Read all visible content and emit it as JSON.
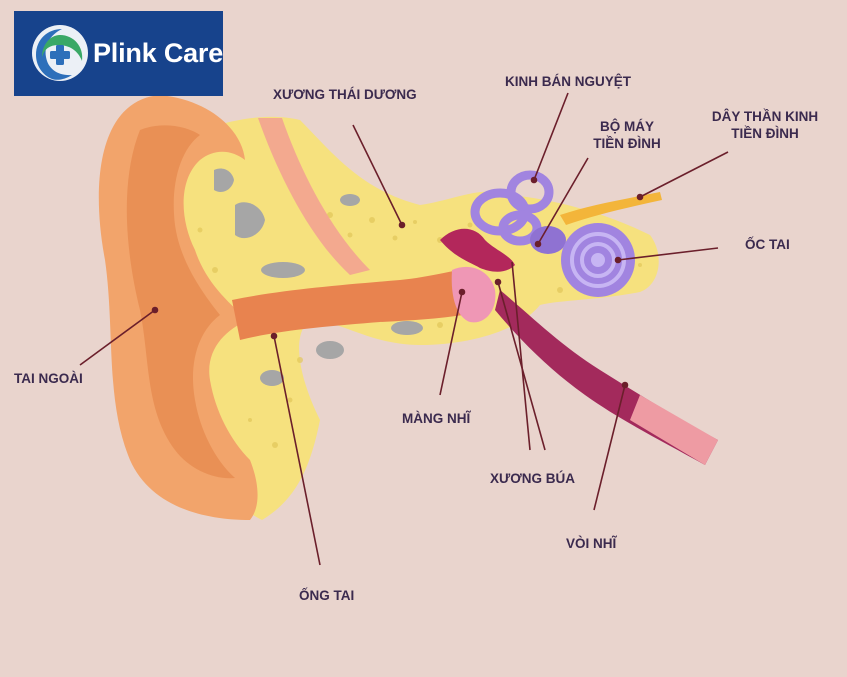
{
  "brand": {
    "name": "Plink Care"
  },
  "diagram": {
    "labels": {
      "xuong_thai_duong": "XƯƠNG THÁI DƯƠNG",
      "kinh_ban_nguyet": "KINH BÁN NGUYỆT",
      "bo_may_tien_dinh_1": "BỘ MÁY",
      "bo_may_tien_dinh_2": "TIỀN ĐÌNH",
      "day_than_kinh_1": "DÂY THẦN KINH",
      "day_than_kinh_2": "TIỀN ĐÌNH",
      "oc_tai": "ỐC TAI",
      "tai_ngoai": "TAI NGOÀI",
      "mang_nhi": "MÀNG NHĨ",
      "xuong_bua": "XƯƠNG BÚA",
      "voi_nhi": "VÒI NHĨ",
      "ong_tai": "ỐNG TAI"
    }
  },
  "colors": {
    "background": "#e9d4cd",
    "skin": "#f2a46b",
    "skin_dark": "#e58a4e",
    "bone": "#f8e48b",
    "bone_bright": "#f6e04f",
    "canal": "#e8834f",
    "eardrum": "#e27aa0",
    "tube": "#a32a5c",
    "cochlea": "#a184e0",
    "nerve": "#f3b53a",
    "leader": "#6b1f2b",
    "logo_bg": "#17438c"
  }
}
